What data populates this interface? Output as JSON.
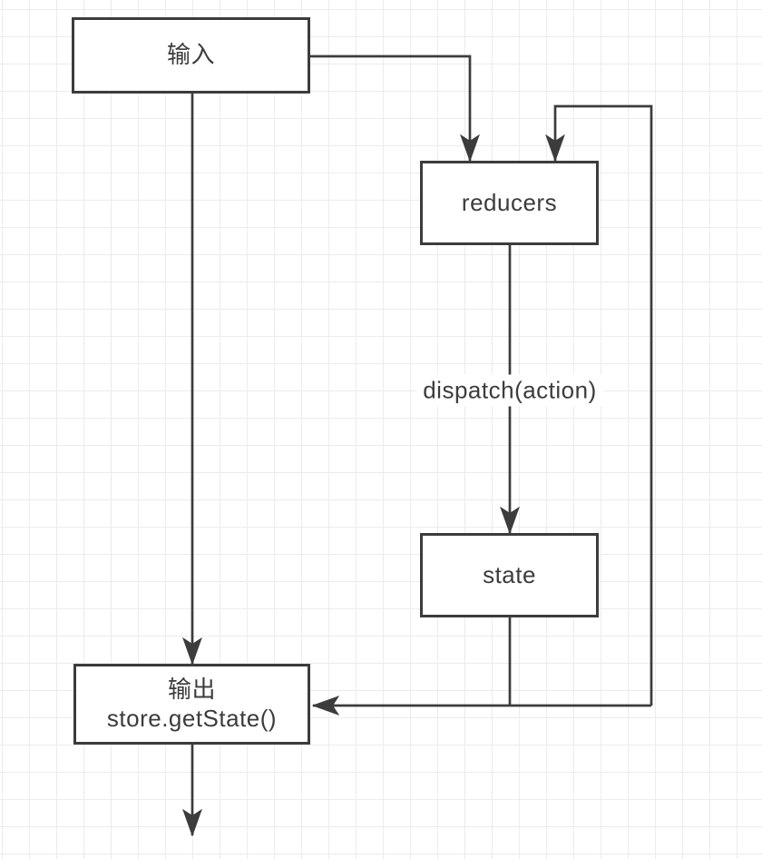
{
  "diagram": {
    "type": "flowchart",
    "nodes": {
      "input": {
        "label": "输入"
      },
      "reducers": {
        "label": "reducers"
      },
      "state": {
        "label": "state"
      },
      "output": {
        "label": "输出",
        "sublabel": "store.getState()"
      }
    },
    "edges": [
      {
        "from": "input",
        "to": "reducers",
        "label": ""
      },
      {
        "from": "input",
        "to": "output",
        "label": ""
      },
      {
        "from": "reducers",
        "to": "state",
        "label": "dispatch(action)"
      },
      {
        "from": "state",
        "to": "output",
        "label": ""
      },
      {
        "from": "state",
        "to": "reducers",
        "label": ""
      },
      {
        "from": "output",
        "to": "end",
        "label": ""
      }
    ],
    "colors": {
      "stroke": "#3c3c3c",
      "node_fill": "#ffffff",
      "node_border": "#3c3c3c",
      "text": "#3c3c3c",
      "grid_line": "#ececec",
      "background": "#ffffff"
    }
  }
}
